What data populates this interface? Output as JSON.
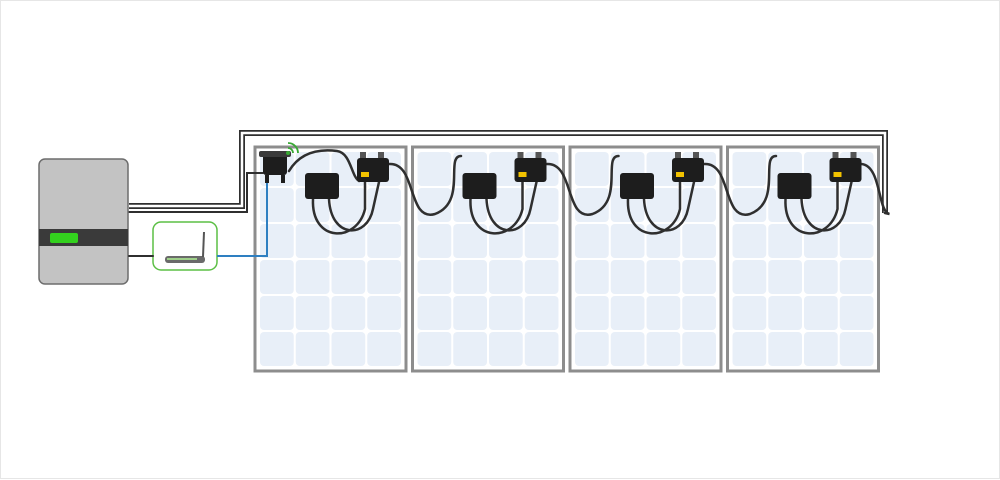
{
  "diagram": {
    "panel_count": 4,
    "components": [
      "inverter",
      "gateway",
      "rapid-shutdown-transmitter",
      "solar-panel",
      "optimizer",
      "junction-box"
    ],
    "colors": {
      "inverter_body": "#c3c3c3",
      "inverter_band": "#3a3a3a",
      "status_led": "#33d11e",
      "gateway_border": "#5cbf45",
      "signal": "#2e7fc1",
      "wifi": "#39a935",
      "cable": "#2f2f2f",
      "panel_cell": "#e8eff8",
      "panel_frame": "#8d8d8d",
      "label_tag": "#f2c200"
    },
    "icons": [
      "wifi-icon",
      "antenna-icon"
    ]
  }
}
